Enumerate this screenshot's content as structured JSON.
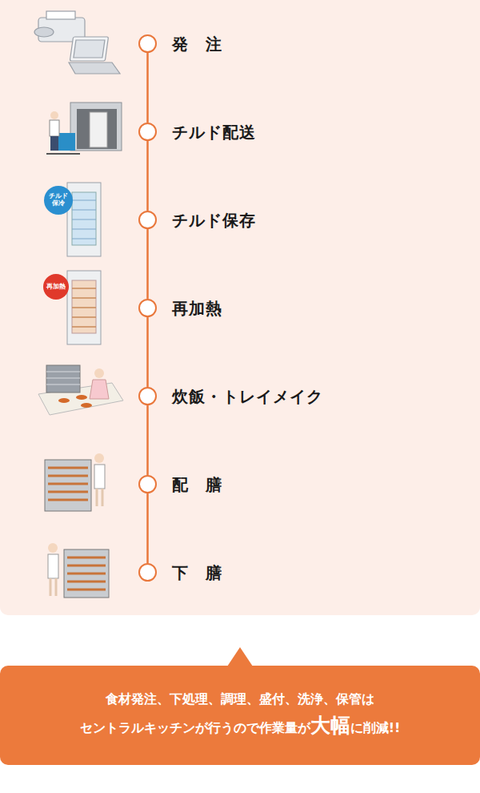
{
  "diagram": {
    "nodes": [
      {
        "text": [
          "発　注"
        ]
      },
      {
        "text": [
          "チルド配送"
        ]
      },
      {
        "text": [
          "チルド 保冷"
        ]
      },
      {
        "text": [
          "チルド保存"
        ]
      },
      {
        "text": [
          "再加熱"
        ]
      },
      {
        "text": [
          "再加熱"
        ]
      },
      {
        "text": [
          "炊飯・トレイメイク"
        ]
      },
      {
        "text": [
          "配　膳"
        ]
      },
      {
        "text": [
          "下　膳"
        ]
      },
      {
        "text": [
          "食材発注、下処理、調理、盛付、洗浄、保管は",
          "セントラルキッチンが行うので作業量が",
          "大幅",
          "に削減!!"
        ]
      }
    ],
    "edges": [
      {
        "from": 0,
        "to": 1,
        "arrow": "none"
      },
      {
        "from": 1,
        "to": 3,
        "arrow": "none"
      },
      {
        "from": 3,
        "to": 5,
        "arrow": "none"
      },
      {
        "from": 5,
        "to": 6,
        "arrow": "none"
      },
      {
        "from": 6,
        "to": 7,
        "arrow": "none"
      },
      {
        "from": 7,
        "to": 8,
        "arrow": "none"
      }
    ]
  }
}
